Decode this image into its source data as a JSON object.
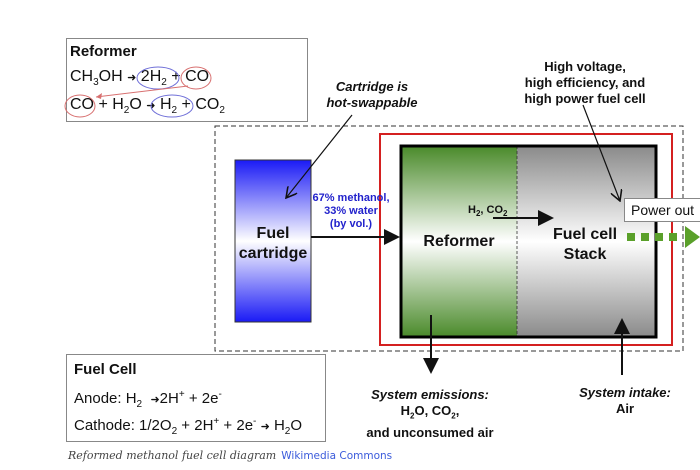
{
  "reformer_box": {
    "title": "Reformer",
    "eq1": {
      "lhs": "CH",
      "lhs_sub": "3",
      "lhs_tail": "OH",
      "p1": "2H",
      "p1_sub": "2",
      "plus": "+",
      "p2": "CO"
    },
    "eq2": {
      "r1": "CO",
      "plus1": "+ H",
      "h2o_sub": "2",
      "o": "O",
      "p1": "H",
      "p1_sub": "2",
      "plus2": "+",
      "p2": "CO",
      "p2_sub": "2"
    }
  },
  "fuel_cell_box": {
    "title": "Fuel Cell",
    "anode": {
      "label": "Anode: H",
      "sub": "2",
      "rhs": "2H",
      "sup1": "+",
      "rhs2": " + 2e",
      "sup2": "-"
    },
    "cathode": {
      "label": "Cathode: 1/2O",
      "sub": "2",
      "mid": " + 2H",
      "sup1": "+",
      "mid2": " + 2e",
      "sup2": "-",
      "rhs": "H",
      "rhs_sub": "2",
      "rhs_tail": "O"
    }
  },
  "annotations": {
    "cartridge_note": [
      "Cartridge is",
      "hot-swappable"
    ],
    "fuel_cell_note": [
      "High voltage,",
      "high efficiency, and",
      "high power fuel cell"
    ],
    "mix_note": [
      "67% methanol,",
      "33% water",
      "(by vol.)"
    ],
    "gas_label": {
      "h": "H",
      "h_sub": "2",
      "sep": ", CO",
      "co_sub": "2"
    },
    "emissions": {
      "title": "System emissions:",
      "line2_a": "H",
      "line2_sub1": "2",
      "line2_b": "O, CO",
      "line2_sub2": "2",
      "line2_c": ",",
      "line3": "and unconsumed air"
    },
    "intake": {
      "title": "System intake:",
      "line2": "Air"
    },
    "power_out": "Power out"
  },
  "blocks": {
    "cartridge": [
      "Fuel",
      "cartridge"
    ],
    "reformer": "Reformer",
    "stack": [
      "Fuel cell",
      "Stack"
    ]
  },
  "colors": {
    "cartridge_blue": "#2020f0",
    "reformer_green": "#4a8a2a",
    "stack_gray": "#888888",
    "red_border": "#d42020",
    "mix_text": "#2222cc",
    "power_arrow": "#5aa02a",
    "link": "#3b5bdb"
  },
  "caption": {
    "text": "Reformed methanol fuel cell diagram",
    "source": "Wikimedia Commons"
  }
}
